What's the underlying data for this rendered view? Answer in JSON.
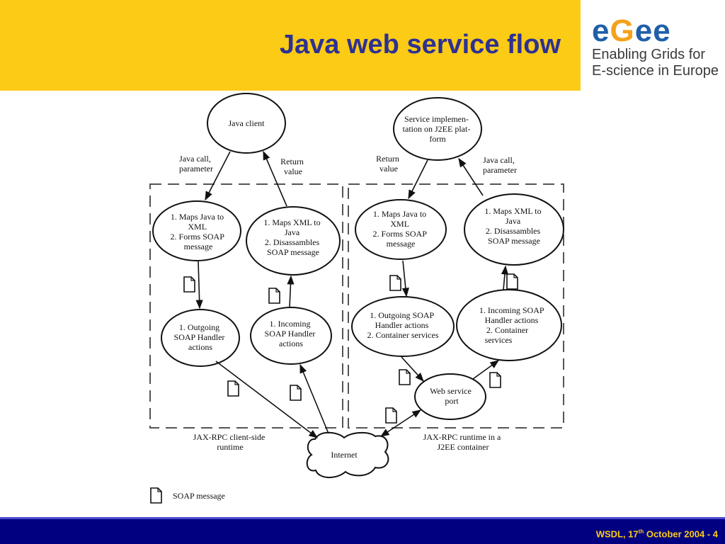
{
  "slide": {
    "title": "Java web service flow",
    "footer": {
      "prefix": "WSDL, 17",
      "superscript": "th",
      "suffix": " October 2004  - 4"
    }
  },
  "logo": {
    "word_part1": "e",
    "word_part2": "G",
    "word_part3": "ee",
    "line1": "Enabling Grids for",
    "line2": "E-science in Europe"
  },
  "diagram": {
    "client": {
      "java_client": "Java client",
      "call_label": [
        "Java call,",
        "parameter"
      ],
      "return_label": [
        "Return",
        "value"
      ],
      "maps_java_xml": [
        "1. Maps Java to",
        "XML",
        "2. Forms SOAP",
        "message"
      ],
      "maps_xml_java": [
        "1. Maps XML to",
        "Java",
        "2. Disassambles",
        "SOAP message"
      ],
      "outgoing_handler": [
        "1. Outgoing",
        "SOAP Handler",
        "actions"
      ],
      "incoming_handler": [
        "1. Incoming",
        "SOAP Handler",
        "actions"
      ],
      "runtime_label": [
        "JAX-RPC client-side",
        "runtime"
      ]
    },
    "server": {
      "service_impl": [
        "Service implemen-",
        "tation on J2EE plat-",
        "form"
      ],
      "return_label": [
        "Return",
        "value"
      ],
      "call_label": [
        "Java call,",
        "parameter"
      ],
      "maps_java_xml": [
        "1. Maps Java to",
        "XML",
        "2. Forms SOAP",
        "message"
      ],
      "maps_xml_java": [
        "1. Maps XML to",
        "Java",
        "2. Disassambles",
        "SOAP message"
      ],
      "outgoing_handler": [
        "1. Outgoing SOAP",
        "Handler actions",
        "2. Container services"
      ],
      "incoming_handler": [
        "1. Incoming SOAP",
        "Handler actions",
        "2. Container",
        "services"
      ],
      "web_service_port": [
        "Web service",
        "port"
      ],
      "runtime_label": [
        "JAX-RPC runtime in a",
        "J2EE container"
      ]
    },
    "internet": "Internet",
    "legend": "SOAP message"
  }
}
